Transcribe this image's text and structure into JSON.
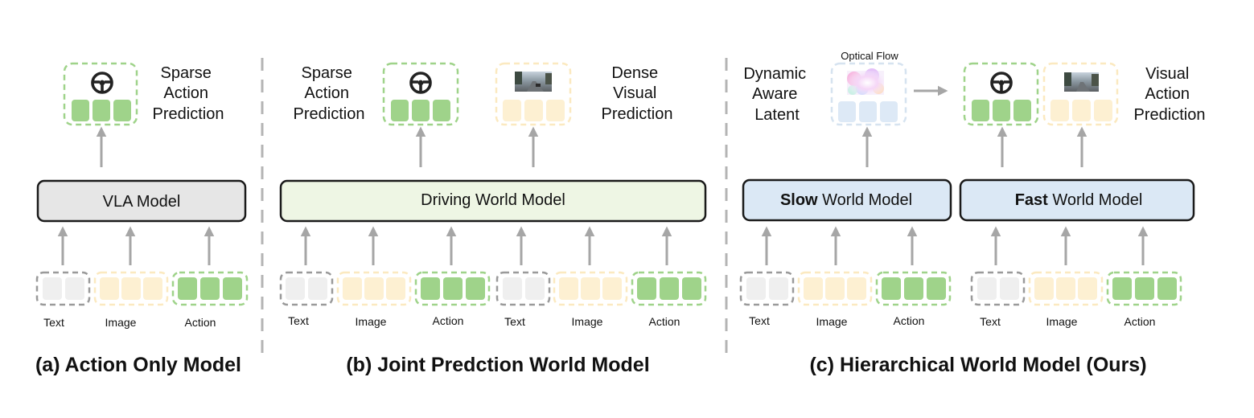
{
  "panels": {
    "a": {
      "caption": "(a) Action Only Model",
      "model_label": "VLA Model",
      "output_label": [
        "Sparse",
        "Action",
        "Prediction"
      ],
      "inputs": [
        "Text",
        "Image",
        "Action"
      ]
    },
    "b": {
      "caption": "(b) Joint Predction World Model",
      "model_label": "Driving World Model",
      "output_left_label": [
        "Sparse",
        "Action",
        "Prediction"
      ],
      "output_right_label": [
        "Dense",
        "Visual",
        "Prediction"
      ],
      "inputs": [
        "Text",
        "Image",
        "Action",
        "Text",
        "Image",
        "Action"
      ]
    },
    "c": {
      "caption": "(c) Hierarchical World Model (Ours)",
      "slow_model_bold": "Slow",
      "slow_model_rest": " World Model",
      "fast_model_bold": "Fast",
      "fast_model_rest": " World Model",
      "latent_label": [
        "Dynamic",
        "Aware",
        "Latent"
      ],
      "optical_flow_label": "Optical Flow",
      "output_right_label": [
        "Visual",
        "Action",
        "Prediction"
      ],
      "inputs": [
        "Text",
        "Image",
        "Action",
        "Text",
        "Image",
        "Action"
      ]
    }
  },
  "colors": {
    "arrow": "#a6a6a6",
    "separator": "#b4b4b4",
    "text_token": "#efefef",
    "text_border": "#9a9a9a",
    "image_token": "#fdf0d2",
    "image_border": "#fbe9c0",
    "action_token": "#9fd38a",
    "action_border": "#9fd38a",
    "flow_token": "#dde9f6",
    "flow_border": "#d6e3f0",
    "vla_fill": "#e6e6e6",
    "driving_fill": "#eef6e4",
    "slow_fast_fill": "#dbe8f5",
    "model_border": "#1a1a1a"
  },
  "icons": [
    "steering-wheel-icon",
    "road-scene-thumbnail",
    "optical-flow-thumbnail"
  ]
}
